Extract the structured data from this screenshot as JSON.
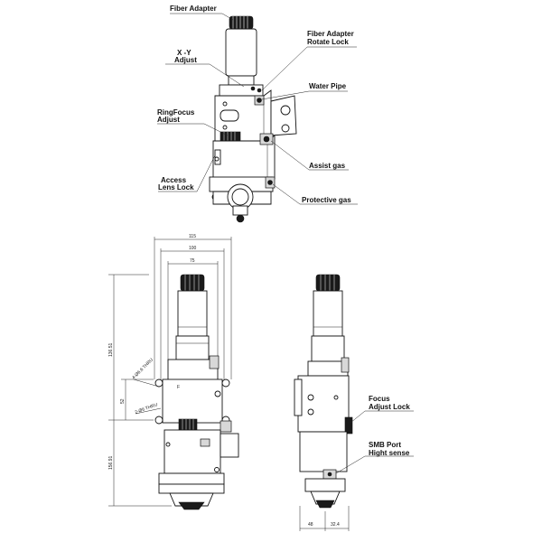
{
  "callouts": {
    "fiber_adapter": "Fiber Adapter",
    "fiber_adapter_rotate_lock": [
      "Fiber Adapter",
      "Rotate Lock"
    ],
    "xy_adjust": [
      "X -Y",
      "Adjust"
    ],
    "water_pipe": "Water Pipe",
    "ringfocus_adjust": [
      "RingFocus",
      "Adjust"
    ],
    "assist_gas": "Assist gas",
    "access_lens_lock": [
      "Access",
      "Lens Lock"
    ],
    "protective_gas": "Protective gas",
    "focus_adjust_lock": [
      "Focus",
      "Adjust Lock"
    ],
    "smb_port": [
      "SMB Port",
      "Hight sense"
    ]
  },
  "dimensions": {
    "width_115": "115",
    "width_100": "100",
    "width_75": "75",
    "height_upper": "136.51",
    "height_lower": "156.91",
    "hole_spacing": "52",
    "hole_note_1": "4-Ø6.6 THRU",
    "hole_note_2": "2-Ø6 THRU",
    "side_width_48": "48",
    "side_offset": "32.4"
  }
}
